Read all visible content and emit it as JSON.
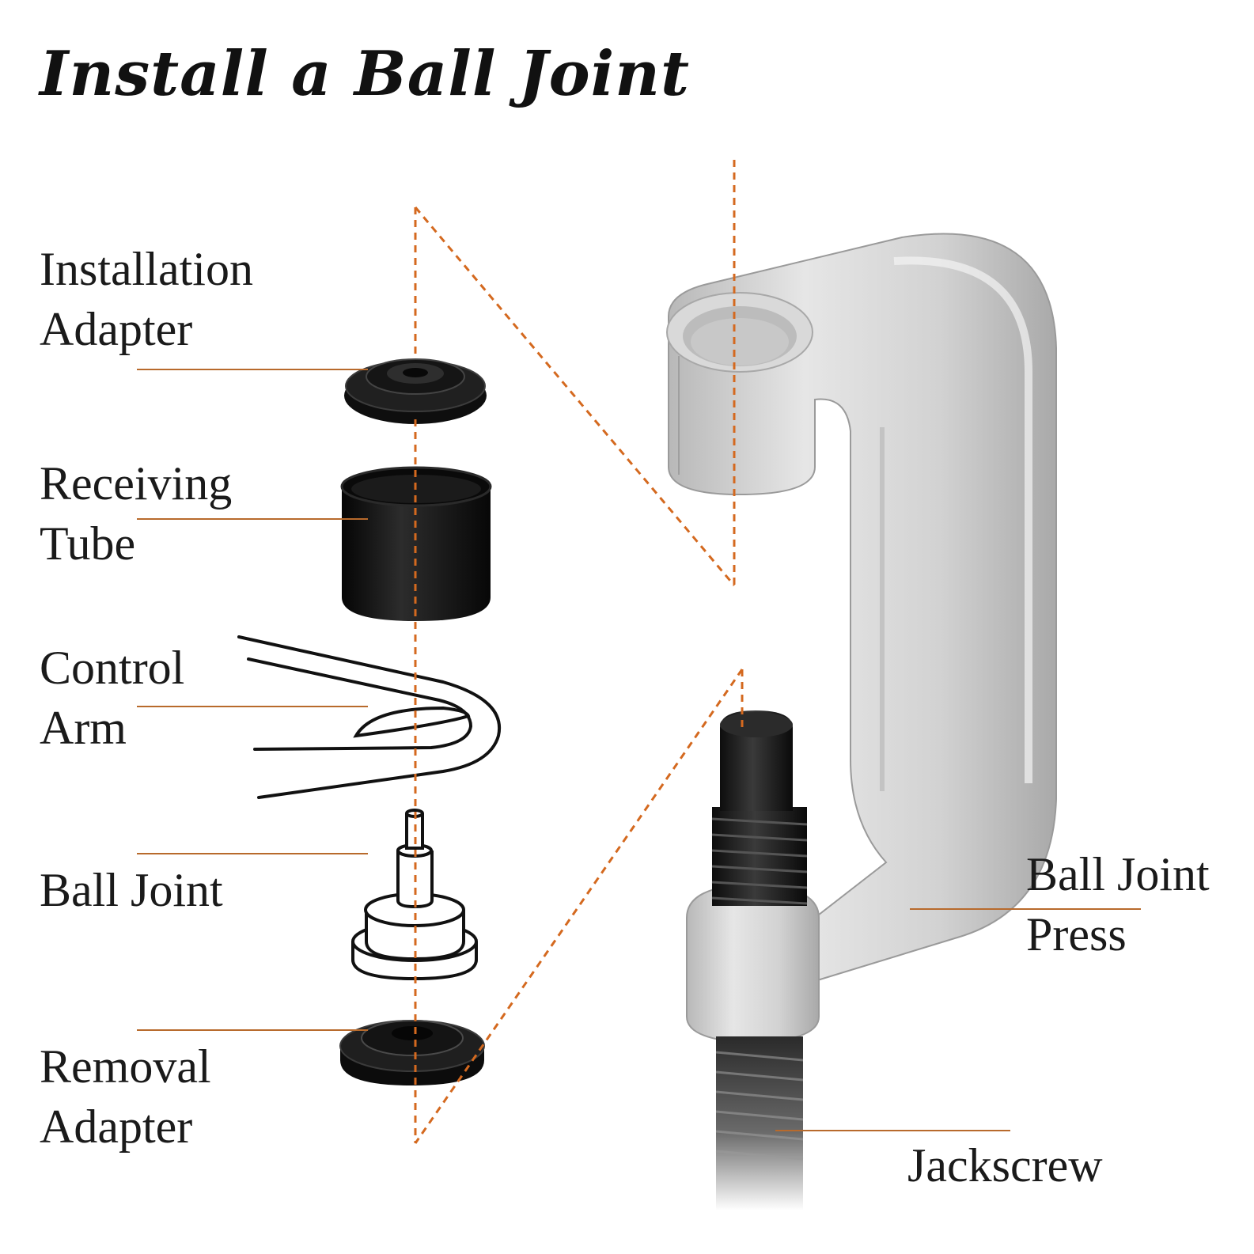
{
  "title": "Install a Ball Joint",
  "labels": {
    "installation_adapter": [
      "Installation",
      "Adapter"
    ],
    "receiving_tube": [
      "Receiving",
      "Tube"
    ],
    "control_arm": [
      "Control",
      "Arm"
    ],
    "ball_joint": [
      "Ball Joint"
    ],
    "removal_adapter": [
      "Removal",
      "Adapter"
    ],
    "ball_joint_press": [
      "Ball Joint",
      "Press"
    ],
    "jackscrew": [
      "Jackscrew"
    ]
  },
  "colors": {
    "leader": "#b86a2c",
    "guide": "#d4691f",
    "press": "#c9c9c9",
    "parts": "#141414"
  },
  "icons": [
    "installation-adapter-icon",
    "receiving-tube-icon",
    "control-arm-icon",
    "ball-joint-icon",
    "removal-adapter-icon",
    "c-frame-press-icon",
    "jackscrew-icon"
  ]
}
